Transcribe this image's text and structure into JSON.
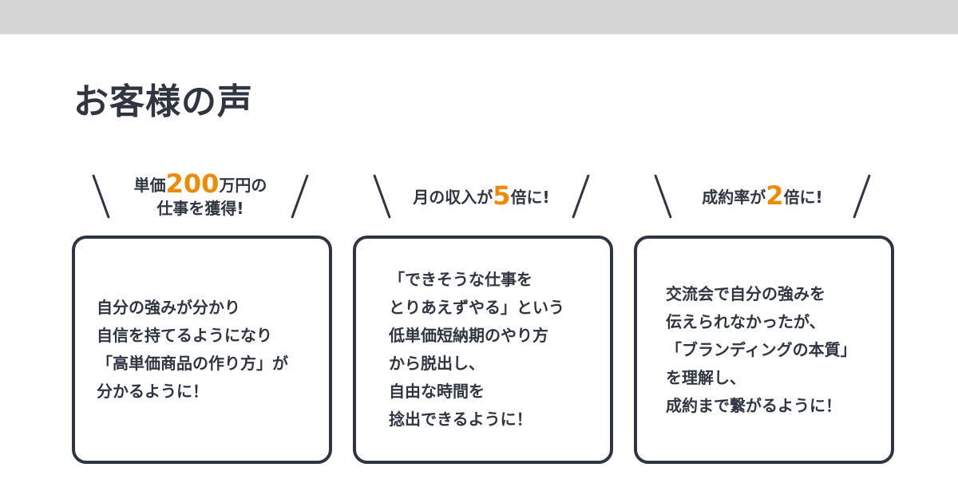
{
  "header": {
    "title": "お客様の声"
  },
  "colors": {
    "accent": "#f08a00",
    "text": "#2f3642",
    "top_bar": "#d6d6d6"
  },
  "testimonials": [
    {
      "headline_pre": "単価",
      "headline_num": "200",
      "headline_post": "万円の",
      "headline_line2": "仕事を獲得!",
      "body": "自分の強みが分かり\n自信を持てるようになり\n「高単価商品の作り方」が\n分かるように！"
    },
    {
      "headline_pre": "月の収入が",
      "headline_num": "5",
      "headline_post": "倍に!",
      "headline_line2": "",
      "body": "「できそうな仕事を\nとりあえずやる」という\n低単価短納期のやり方\nから脱出し、\n自由な時間を\n捻出できるように！"
    },
    {
      "headline_pre": "成約率が",
      "headline_num": "2",
      "headline_post": "倍に!",
      "headline_line2": "",
      "body": "交流会で自分の強みを\n伝えられなかったが、\n「ブランディングの本質」\nを理解し、\n成約まで繋がるように！"
    }
  ]
}
